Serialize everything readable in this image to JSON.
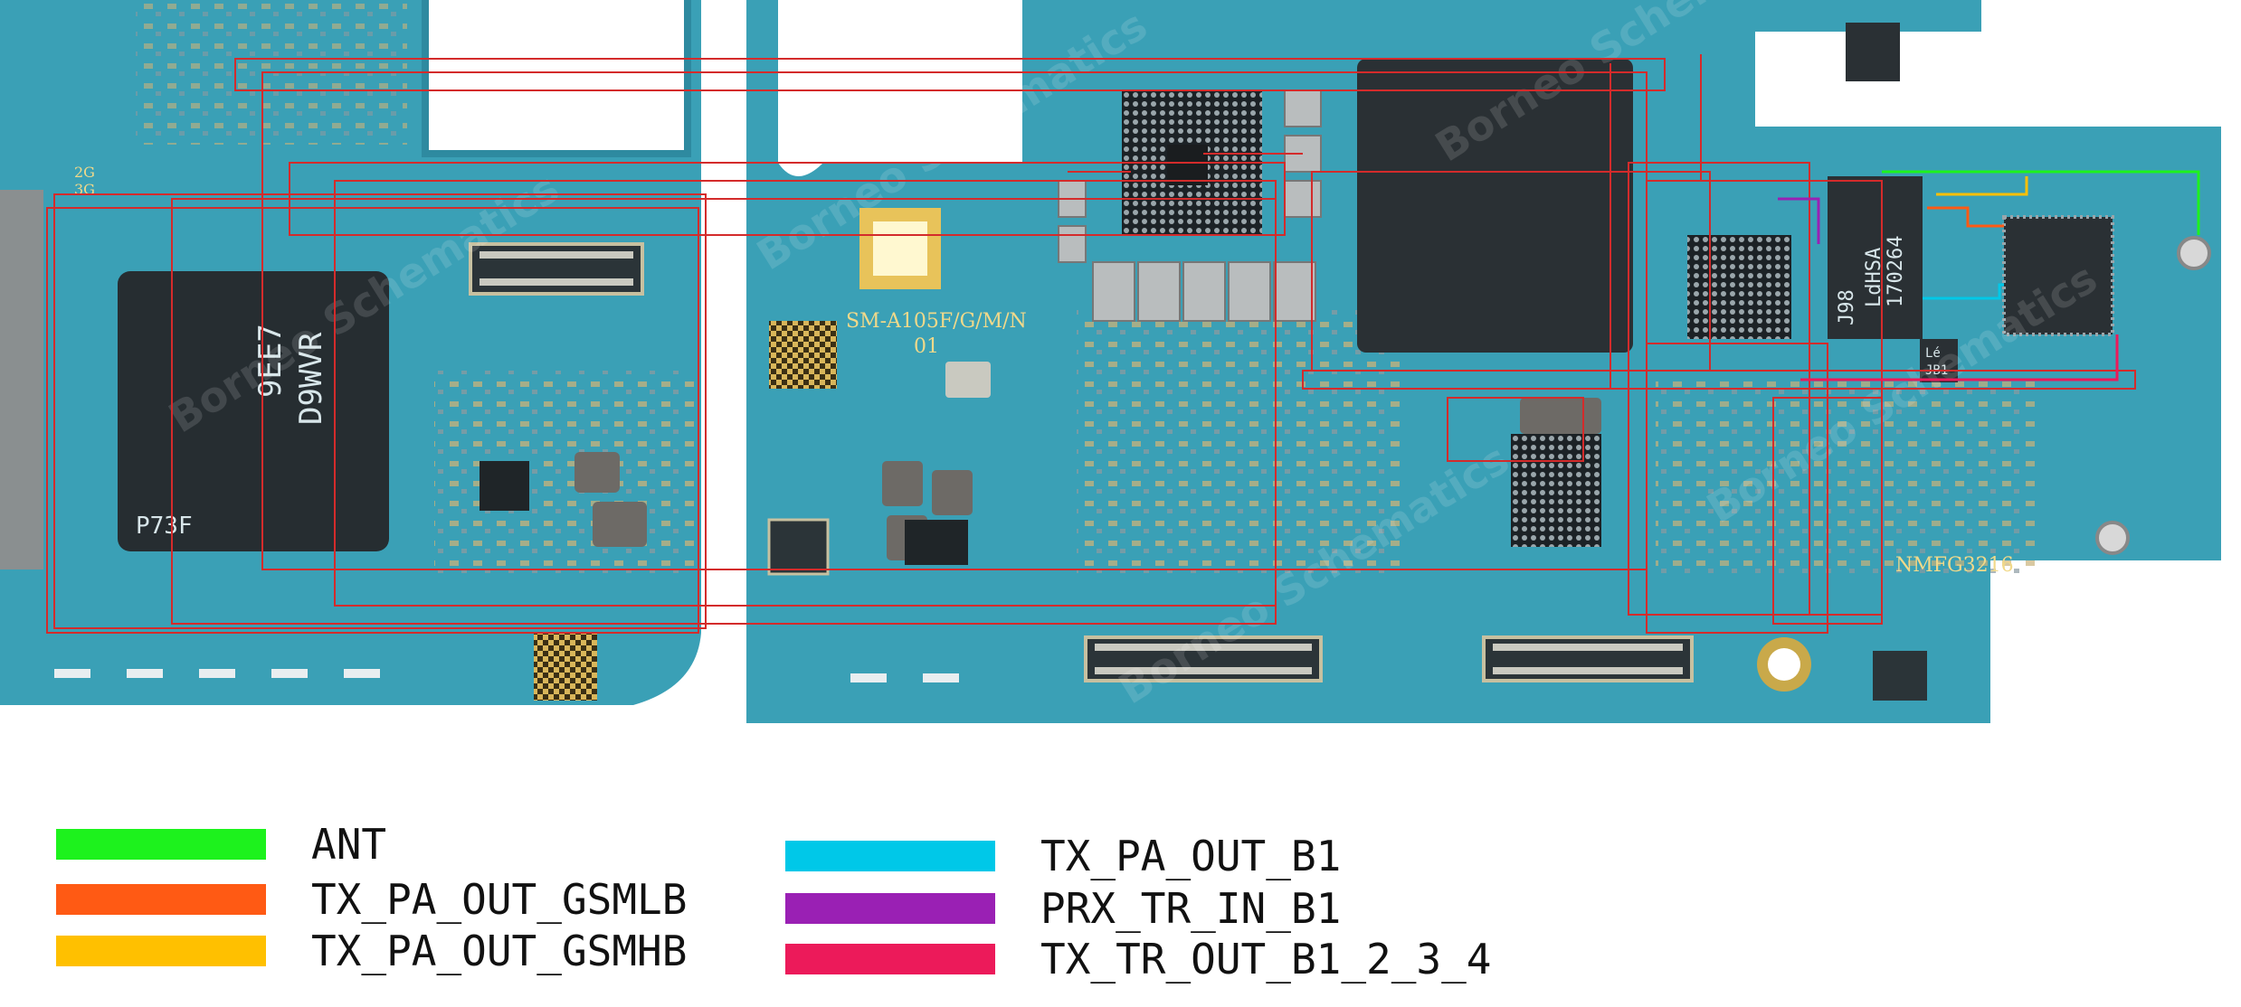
{
  "board": {
    "model_silkscreen": "SM-A105F/G/M/N",
    "revision_silkscreen": "01",
    "part_code": "NMFG3216",
    "emmc_marking_1": "9EE7",
    "emmc_marking_2": "D9WVR",
    "emmc_marking_3": "P73F",
    "transceiver_marking_1": "LdHSA",
    "transceiver_marking_2": "170264",
    "transceiver_marking_3": "J98",
    "small_chip_marking_1": "Lé",
    "small_chip_marking_2": "JB1",
    "edge_label_2g": "2G",
    "edge_label_3g": "3G",
    "watermark": "Borneo Schematics",
    "trace_color": "#d42b2b"
  },
  "legend": [
    {
      "label": "ANT",
      "color": "#1df21d"
    },
    {
      "label": "TX_PA_OUT_GSMLB",
      "color": "#ff5a14"
    },
    {
      "label": "TX_PA_OUT_GSMHB",
      "color": "#ffc000"
    },
    {
      "label": "TX_PA_OUT_B1",
      "color": "#00c8e8"
    },
    {
      "label": "PRX_TR_IN_B1",
      "color": "#9a20b4"
    },
    {
      "label": "TX_TR_OUT_B1_2_3_4",
      "color": "#ec1a5a"
    }
  ]
}
